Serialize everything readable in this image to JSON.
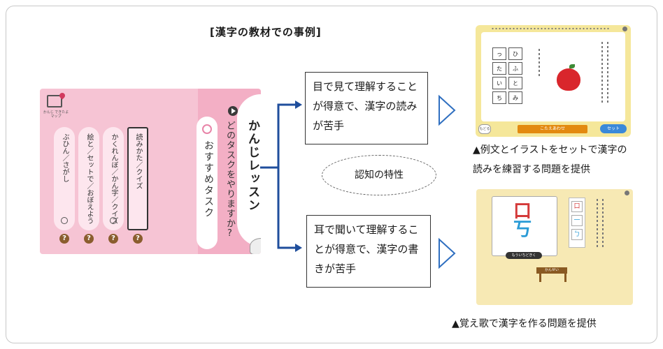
{
  "title": "[漢字の教材での事例]",
  "app": {
    "map_label": "かんじ できたよマップ",
    "lesson_title": "かんじレッスン",
    "lesson_question": "どのタスクをやりますか?",
    "recommended_label": "おすすめタスク",
    "tasks": [
      {
        "label": "読みかた／クイズ"
      },
      {
        "label": "かくれんぼ／かん字／クイズ"
      },
      {
        "label": "絵と／セットで／おぼえよう"
      },
      {
        "label": "ぶひん／さがし"
      }
    ],
    "help_symbol": "?"
  },
  "boxes": {
    "visual": "目で見て理解することが得意で、漢字の読みが苦手",
    "auditory": "耳で聞いて理解することが得意で、漢字の書きが苦手"
  },
  "oval_label": "認知の特性",
  "shot1": {
    "kana_grid": [
      "っ",
      "ひ",
      "た",
      "ふ",
      "い",
      "と",
      "ち",
      "み"
    ],
    "answer_button": "こたえあわせ",
    "set_button": "セット",
    "back_button": "もどる"
  },
  "shot2": {
    "character_top": "口",
    "character_bottom": "丂",
    "stroke_parts": [
      "口",
      "一",
      "ㄅ"
    ],
    "replay_button": "もういちどきく",
    "done_button": "かんせい"
  },
  "captions": {
    "top_line1": "▲例文とイラストをセットで漢字の",
    "top_line2": "読みを練習する問題を提供",
    "bottom": "▲覚え歌で漢字を作る問題を提供"
  },
  "colors": {
    "arrow_blue": "#1f4e9c",
    "triangle_blue": "#2f6fc0",
    "app_pink": "#f6c4d4",
    "help_brown": "#8a5d2e"
  }
}
